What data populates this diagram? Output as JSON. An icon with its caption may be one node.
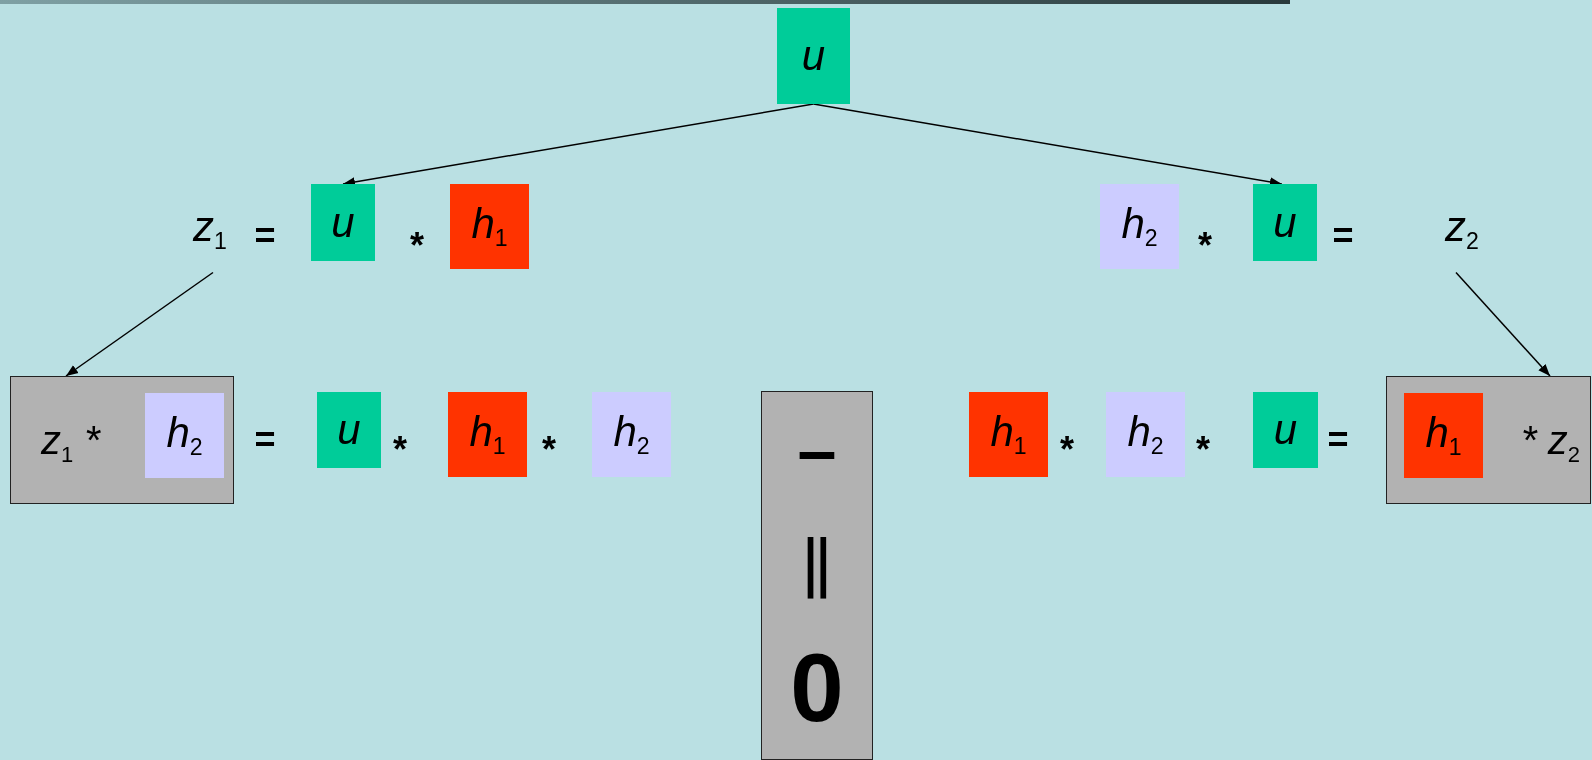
{
  "diagram": {
    "nodes": [
      {
        "text": [
          "u"
        ]
      },
      {
        "text": [
          "z$_{1}$"
        ]
      },
      {
        "text": [
          "u"
        ]
      },
      {
        "text": [
          "h$_{1}$"
        ]
      },
      {
        "text": [
          "h$_{2}$"
        ]
      },
      {
        "text": [
          "u"
        ]
      },
      {
        "text": [
          "z$_{2}$"
        ]
      },
      {
        "text": [
          "z$_{1}$ *"
        ]
      },
      {
        "text": [
          "h$_{2}$"
        ],
        "in": 7
      },
      {
        "text": [
          "u"
        ]
      },
      {
        "text": [
          "h$_{1}$"
        ]
      },
      {
        "text": [
          "h$_{2}$"
        ]
      },
      {
        "text": [
          "–",
          "||",
          "0"
        ]
      },
      {
        "text": [
          "h$_{1}$"
        ]
      },
      {
        "text": [
          "h$_{2}$"
        ]
      },
      {
        "text": [
          "u"
        ]
      },
      {
        "text": [
          "* z$_{2}$"
        ]
      },
      {
        "text": [
          "h$_{1}$"
        ],
        "in": 16
      }
    ],
    "edges": [
      {
        "from": 0,
        "to": 2,
        "arrow": "to"
      },
      {
        "from": 0,
        "to": 5,
        "arrow": "to"
      },
      {
        "from": 1,
        "to": 7,
        "arrow": "to"
      },
      {
        "from": 6,
        "to": 16,
        "arrow": "to"
      }
    ],
    "labels": [
      "=",
      "*",
      "*",
      "=",
      "=",
      "*",
      "*",
      "*",
      "*",
      "="
    ]
  }
}
